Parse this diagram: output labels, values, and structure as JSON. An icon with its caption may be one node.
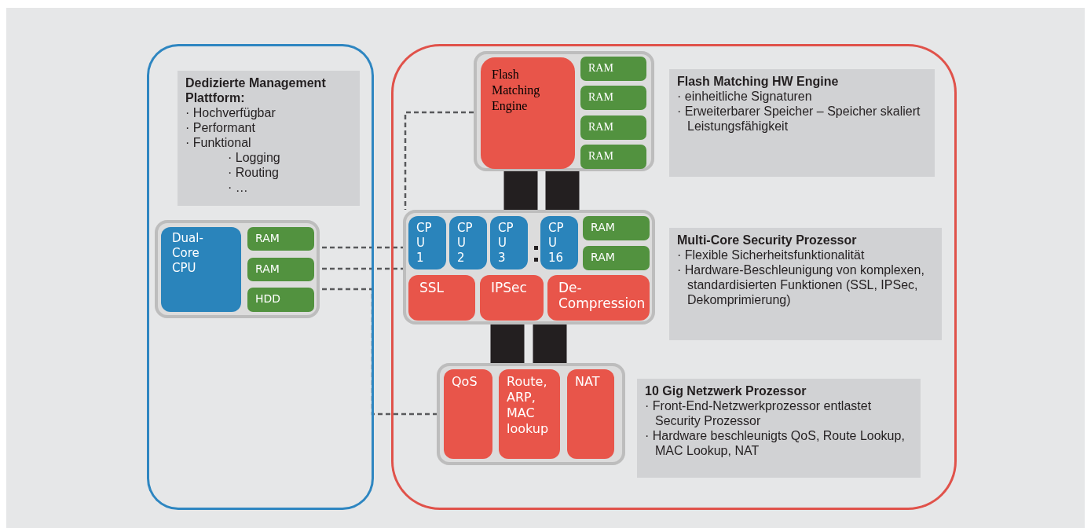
{
  "diagram": {
    "nodes": [
      {
        "text": [],
        "shape": "box"
      },
      {
        "text": [
          "Dedizierte Management Plattform:",
          "· Hochverfügbar",
          "· Performant",
          "· Funktional",
          "· Logging",
          "· Routing",
          "· …"
        ],
        "in": 0
      },
      {
        "text": [],
        "shape": "box",
        "in": 0
      },
      {
        "text": [
          "Dual- Core CPU"
        ],
        "in": 2
      },
      {
        "text": [
          "RAM"
        ],
        "in": 2
      },
      {
        "text": [
          "RAM"
        ],
        "in": 2
      },
      {
        "text": [
          "HDD"
        ],
        "in": 2
      },
      {
        "text": [],
        "shape": "box"
      },
      {
        "text": [],
        "shape": "box",
        "in": 7
      },
      {
        "text": [
          "Flash Matching Engine"
        ],
        "in": 8
      },
      {
        "text": [
          "RAM"
        ],
        "in": 8
      },
      {
        "text": [
          "RAM"
        ],
        "in": 8
      },
      {
        "text": [
          "RAM"
        ],
        "in": 8
      },
      {
        "text": [
          "RAM"
        ],
        "in": 8
      },
      {
        "text": [
          "Flash Matching HW Engine",
          "· einheitliche Signaturen",
          "· Erweiterbarer Speicher – Speicher skaliert Leistungsfähigkeit"
        ],
        "in": 7
      },
      {
        "text": [],
        "shape": "box",
        "in": 7
      },
      {
        "text": [
          "CP U 1"
        ],
        "in": 15
      },
      {
        "text": [
          "CP U 2"
        ],
        "in": 15
      },
      {
        "text": [
          "CP U 3"
        ],
        "in": 15
      },
      {
        "text": [
          "CP U 16"
        ],
        "in": 15
      },
      {
        "text": [
          "RAM"
        ],
        "in": 15
      },
      {
        "text": [
          "RAM"
        ],
        "in": 15
      },
      {
        "text": [
          "SSL"
        ],
        "in": 15
      },
      {
        "text": [
          "IPSec"
        ],
        "in": 15
      },
      {
        "text": [
          "De- Compression"
        ],
        "in": 15
      },
      {
        "text": [
          "Multi-Core Security Prozessor",
          "· Flexible Sicherheitsfunktionalität",
          "· Hardware-Beschleunigung von komplexen, standardisierten Funktionen (SSL, IPSec, Dekomprimierung)"
        ],
        "in": 7
      },
      {
        "text": [],
        "shape": "box",
        "in": 7
      },
      {
        "text": [
          "QoS"
        ],
        "in": 26
      },
      {
        "text": [
          "Route, ARP, MAC lookup"
        ],
        "in": 26
      },
      {
        "text": [
          "NAT"
        ],
        "in": 26
      },
      {
        "text": [
          "10 Gig Netzwerk Prozessor",
          "· Front-End-Netzwerkprozessor entlastet Security Prozessor",
          "· Hardware beschleunigts QoS, Route Lookup, MAC Lookup, NAT"
        ],
        "in": 7
      }
    ],
    "edges": [
      {
        "from": 8,
        "to": 15,
        "arrow": "none",
        "style": "thick",
        "color": "#231f20"
      },
      {
        "from": 8,
        "to": 15,
        "arrow": "none",
        "style": "thick",
        "color": "#231f20"
      },
      {
        "from": 15,
        "to": 26,
        "arrow": "none",
        "style": "thick",
        "color": "#231f20"
      },
      {
        "from": 15,
        "to": 26,
        "arrow": "none",
        "style": "thick",
        "color": "#231f20"
      },
      {
        "from": 8,
        "to": 15,
        "arrow": "none",
        "style": "dashed"
      },
      {
        "from": 4,
        "to": 15,
        "arrow": "none",
        "style": "dashed"
      },
      {
        "from": 5,
        "to": 15,
        "arrow": "none",
        "style": "dashed"
      },
      {
        "from": 6,
        "to": 26,
        "arrow": "none",
        "style": "dashed"
      }
    ]
  }
}
